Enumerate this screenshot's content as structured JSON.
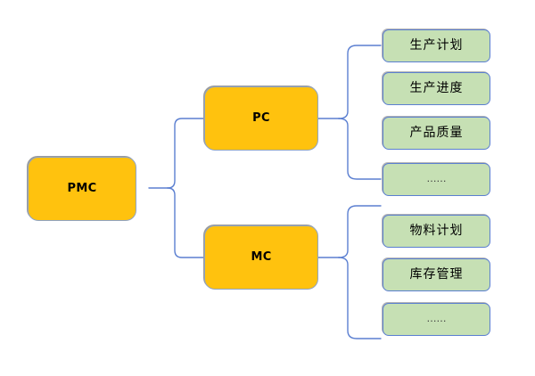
{
  "diagram": {
    "type": "tree-bracket-diagram",
    "background_color": "#FFFFFF",
    "colors": {
      "parent_fill": "#FFC20E",
      "parent_border": "#8FA4C4",
      "leaf_fill": "#C6E0B4",
      "leaf_border": "#5B7FD1",
      "connector": "#5B7FD1",
      "text": "#000000"
    },
    "root": {
      "label": "PMC"
    },
    "branches": [
      {
        "label": "PC",
        "children": [
          {
            "label": "生产计划"
          },
          {
            "label": "生产进度"
          },
          {
            "label": "产品质量"
          },
          {
            "label": "……"
          }
        ]
      },
      {
        "label": "MC",
        "children": [
          {
            "label": "物料计划"
          },
          {
            "label": "库存管理"
          },
          {
            "label": "……"
          }
        ]
      }
    ]
  }
}
